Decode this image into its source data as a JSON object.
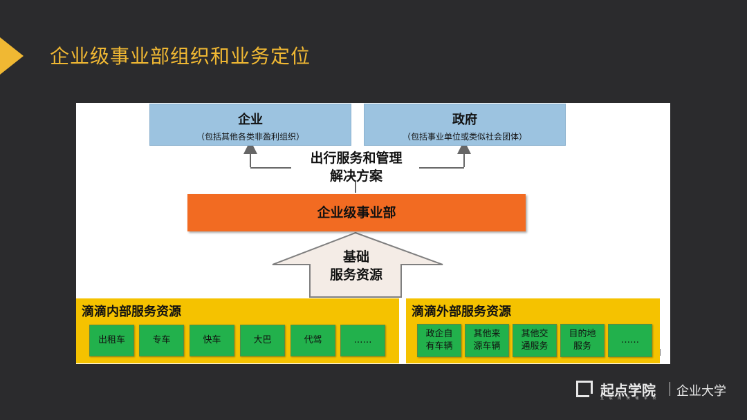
{
  "slide": {
    "title": "企业级事业部组织和业务定位"
  },
  "diagram": {
    "top_boxes": [
      {
        "title": "企业",
        "subtitle": "（包括其他各类非盈利组织）"
      },
      {
        "title": "政府",
        "subtitle": "（包括事业单位或类似社会团体）"
      }
    ],
    "middle_label_line1": "出行服务和管理",
    "middle_label_line2": "解决方案",
    "department": "企业级事业部",
    "arrow_line1": "基础",
    "arrow_line2": "服务资源",
    "internal": {
      "title": "滴滴内部服务资源",
      "items": [
        "出租车",
        "专车",
        "快车",
        "大巴",
        "代驾",
        "……"
      ]
    },
    "external": {
      "title": "滴滴外部服务资源",
      "items": [
        {
          "line1": "政企自",
          "line2": "有车辆"
        },
        {
          "line1": "其他来",
          "line2": "源车辆"
        },
        {
          "line1": "其他交",
          "line2": "通服务"
        },
        {
          "line1": "目的地",
          "line2": "服务"
        },
        {
          "line1": "……",
          "line2": ""
        }
      ]
    },
    "colors": {
      "top_box": "#9cc3e0",
      "department": "#f26b22",
      "panel": "#f5c200",
      "cell": "#22b14c",
      "title_accent": "#f0b833"
    }
  },
  "footer": {
    "brand": "起点学院",
    "brand_small": "互 联 网 黄 埔 军 校",
    "subbrand": "企业大学"
  }
}
